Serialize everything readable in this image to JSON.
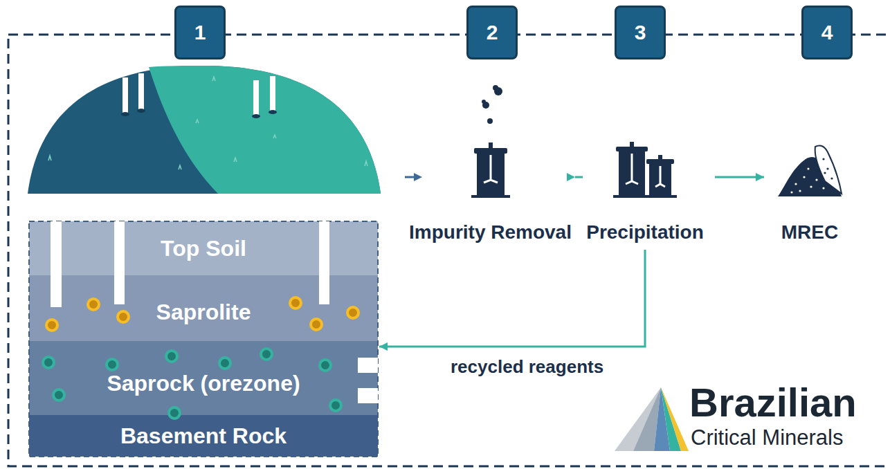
{
  "diagram": {
    "nodes": [
      {
        "text": [
          "Top Soil"
        ]
      },
      {
        "text": [
          "Saprolite"
        ]
      },
      {
        "text": [
          "Saprock (orezone)"
        ]
      },
      {
        "text": [
          "Basement Rock"
        ]
      },
      {
        "text": [
          "Impurity Removal"
        ]
      },
      {
        "text": [
          "Precipitation"
        ]
      },
      {
        "text": [
          "MREC"
        ]
      }
    ],
    "edges": [
      {
        "from": 4,
        "to": 5,
        "arrow": "to"
      },
      {
        "from": 5,
        "to": 6,
        "arrow": "to"
      },
      {
        "from": 5,
        "to": 2,
        "label": "recycled reagents",
        "arrow": "to"
      }
    ],
    "labels": [
      "1",
      "2",
      "3",
      "4",
      "Brazilian",
      "Critical Minerals"
    ]
  }
}
